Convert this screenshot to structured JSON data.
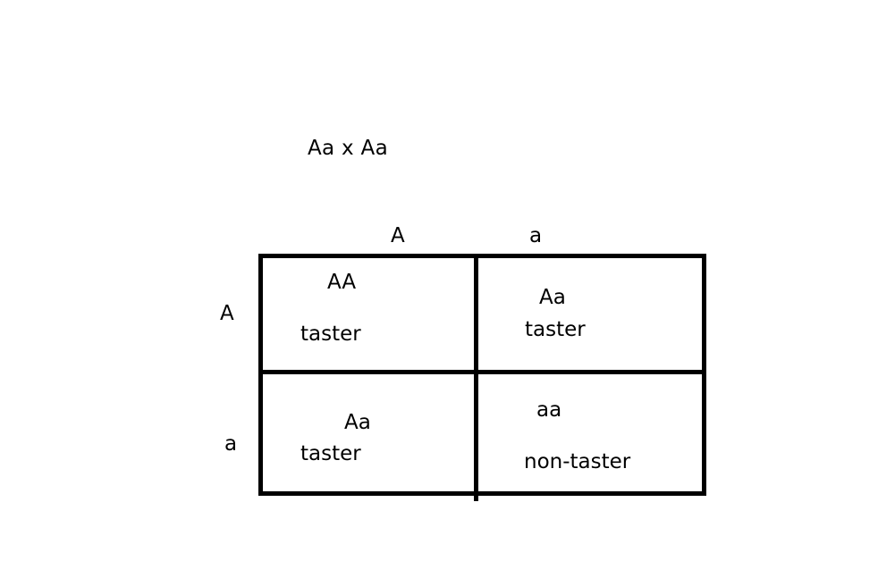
{
  "diagram": {
    "kind": "punnett-square",
    "title": "Aa x Aa",
    "colors": {
      "line": "#000000",
      "background": "#ffffff",
      "text": "#000000"
    },
    "headers": {
      "columns": [
        {
          "label": "A",
          "allele": "A"
        },
        {
          "label": "a",
          "allele": "a"
        }
      ],
      "rows": [
        {
          "label": "A",
          "allele": "A"
        },
        {
          "label": "a",
          "allele": "a"
        }
      ]
    },
    "cells": [
      {
        "position": "top-left",
        "genotype": "AA",
        "phenotype": "taster"
      },
      {
        "position": "top-right",
        "genotype": "Aa",
        "phenotype": "taster"
      },
      {
        "position": "bottom-left",
        "genotype": "Aa",
        "phenotype": "taster"
      },
      {
        "position": "bottom-right",
        "genotype": "aa",
        "phenotype": "non-taster"
      }
    ]
  }
}
